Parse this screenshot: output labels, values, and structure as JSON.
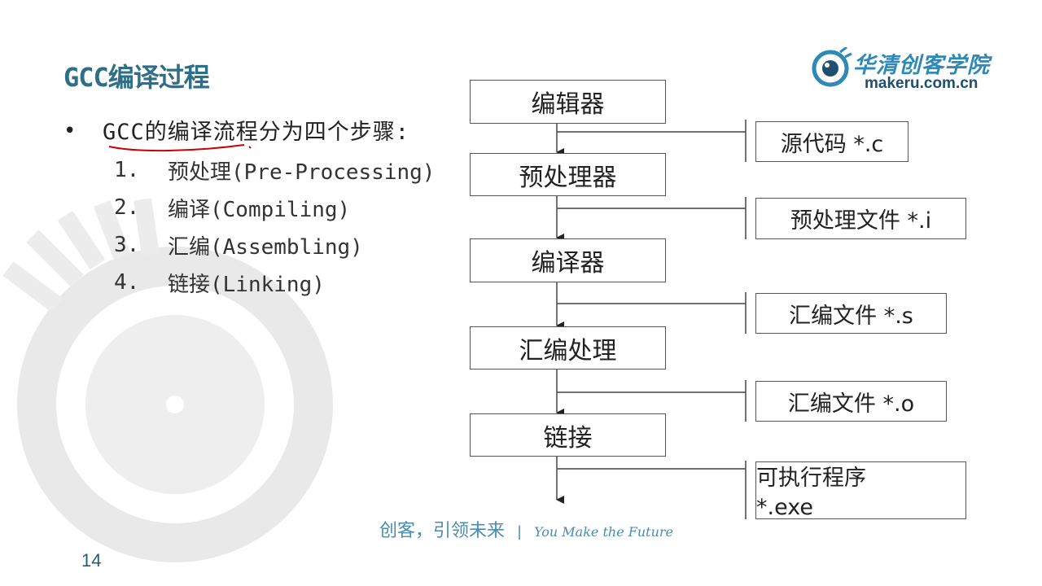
{
  "title": "GCC编译过程",
  "logo": {
    "brand": "华清创客学院",
    "site": "makeru.com.cn"
  },
  "bullet_symbol": "•",
  "lead": "GCC的编译流程分为四个步骤:",
  "steps": [
    {
      "num": "1.",
      "label": "预处理(Pre-Processing)"
    },
    {
      "num": "2.",
      "label": "编译(Compiling)"
    },
    {
      "num": "3.",
      "label": "汇编(Assembling)"
    },
    {
      "num": "4.",
      "label": "链接(Linking)"
    }
  ],
  "flow": {
    "stages": [
      "编辑器",
      "预处理器",
      "编译器",
      "汇编处理",
      "链接"
    ],
    "outputs": [
      "源代码 *.c",
      "预处理文件 *.i",
      "汇编文件 *.s",
      "汇编文件 *.o"
    ],
    "final_output": {
      "line1": "可执行程序",
      "line2": "*.exe"
    }
  },
  "slogan": {
    "cn": "创客，引领未来",
    "divider": "|",
    "en": "You Make the Future"
  },
  "page_number": "14",
  "colors": {
    "title": "#2e6e86",
    "brand": "#2f89b6",
    "slogan": "#4a8cb0",
    "annotation": "#cc0000",
    "watermark": "#e6e6e6"
  }
}
